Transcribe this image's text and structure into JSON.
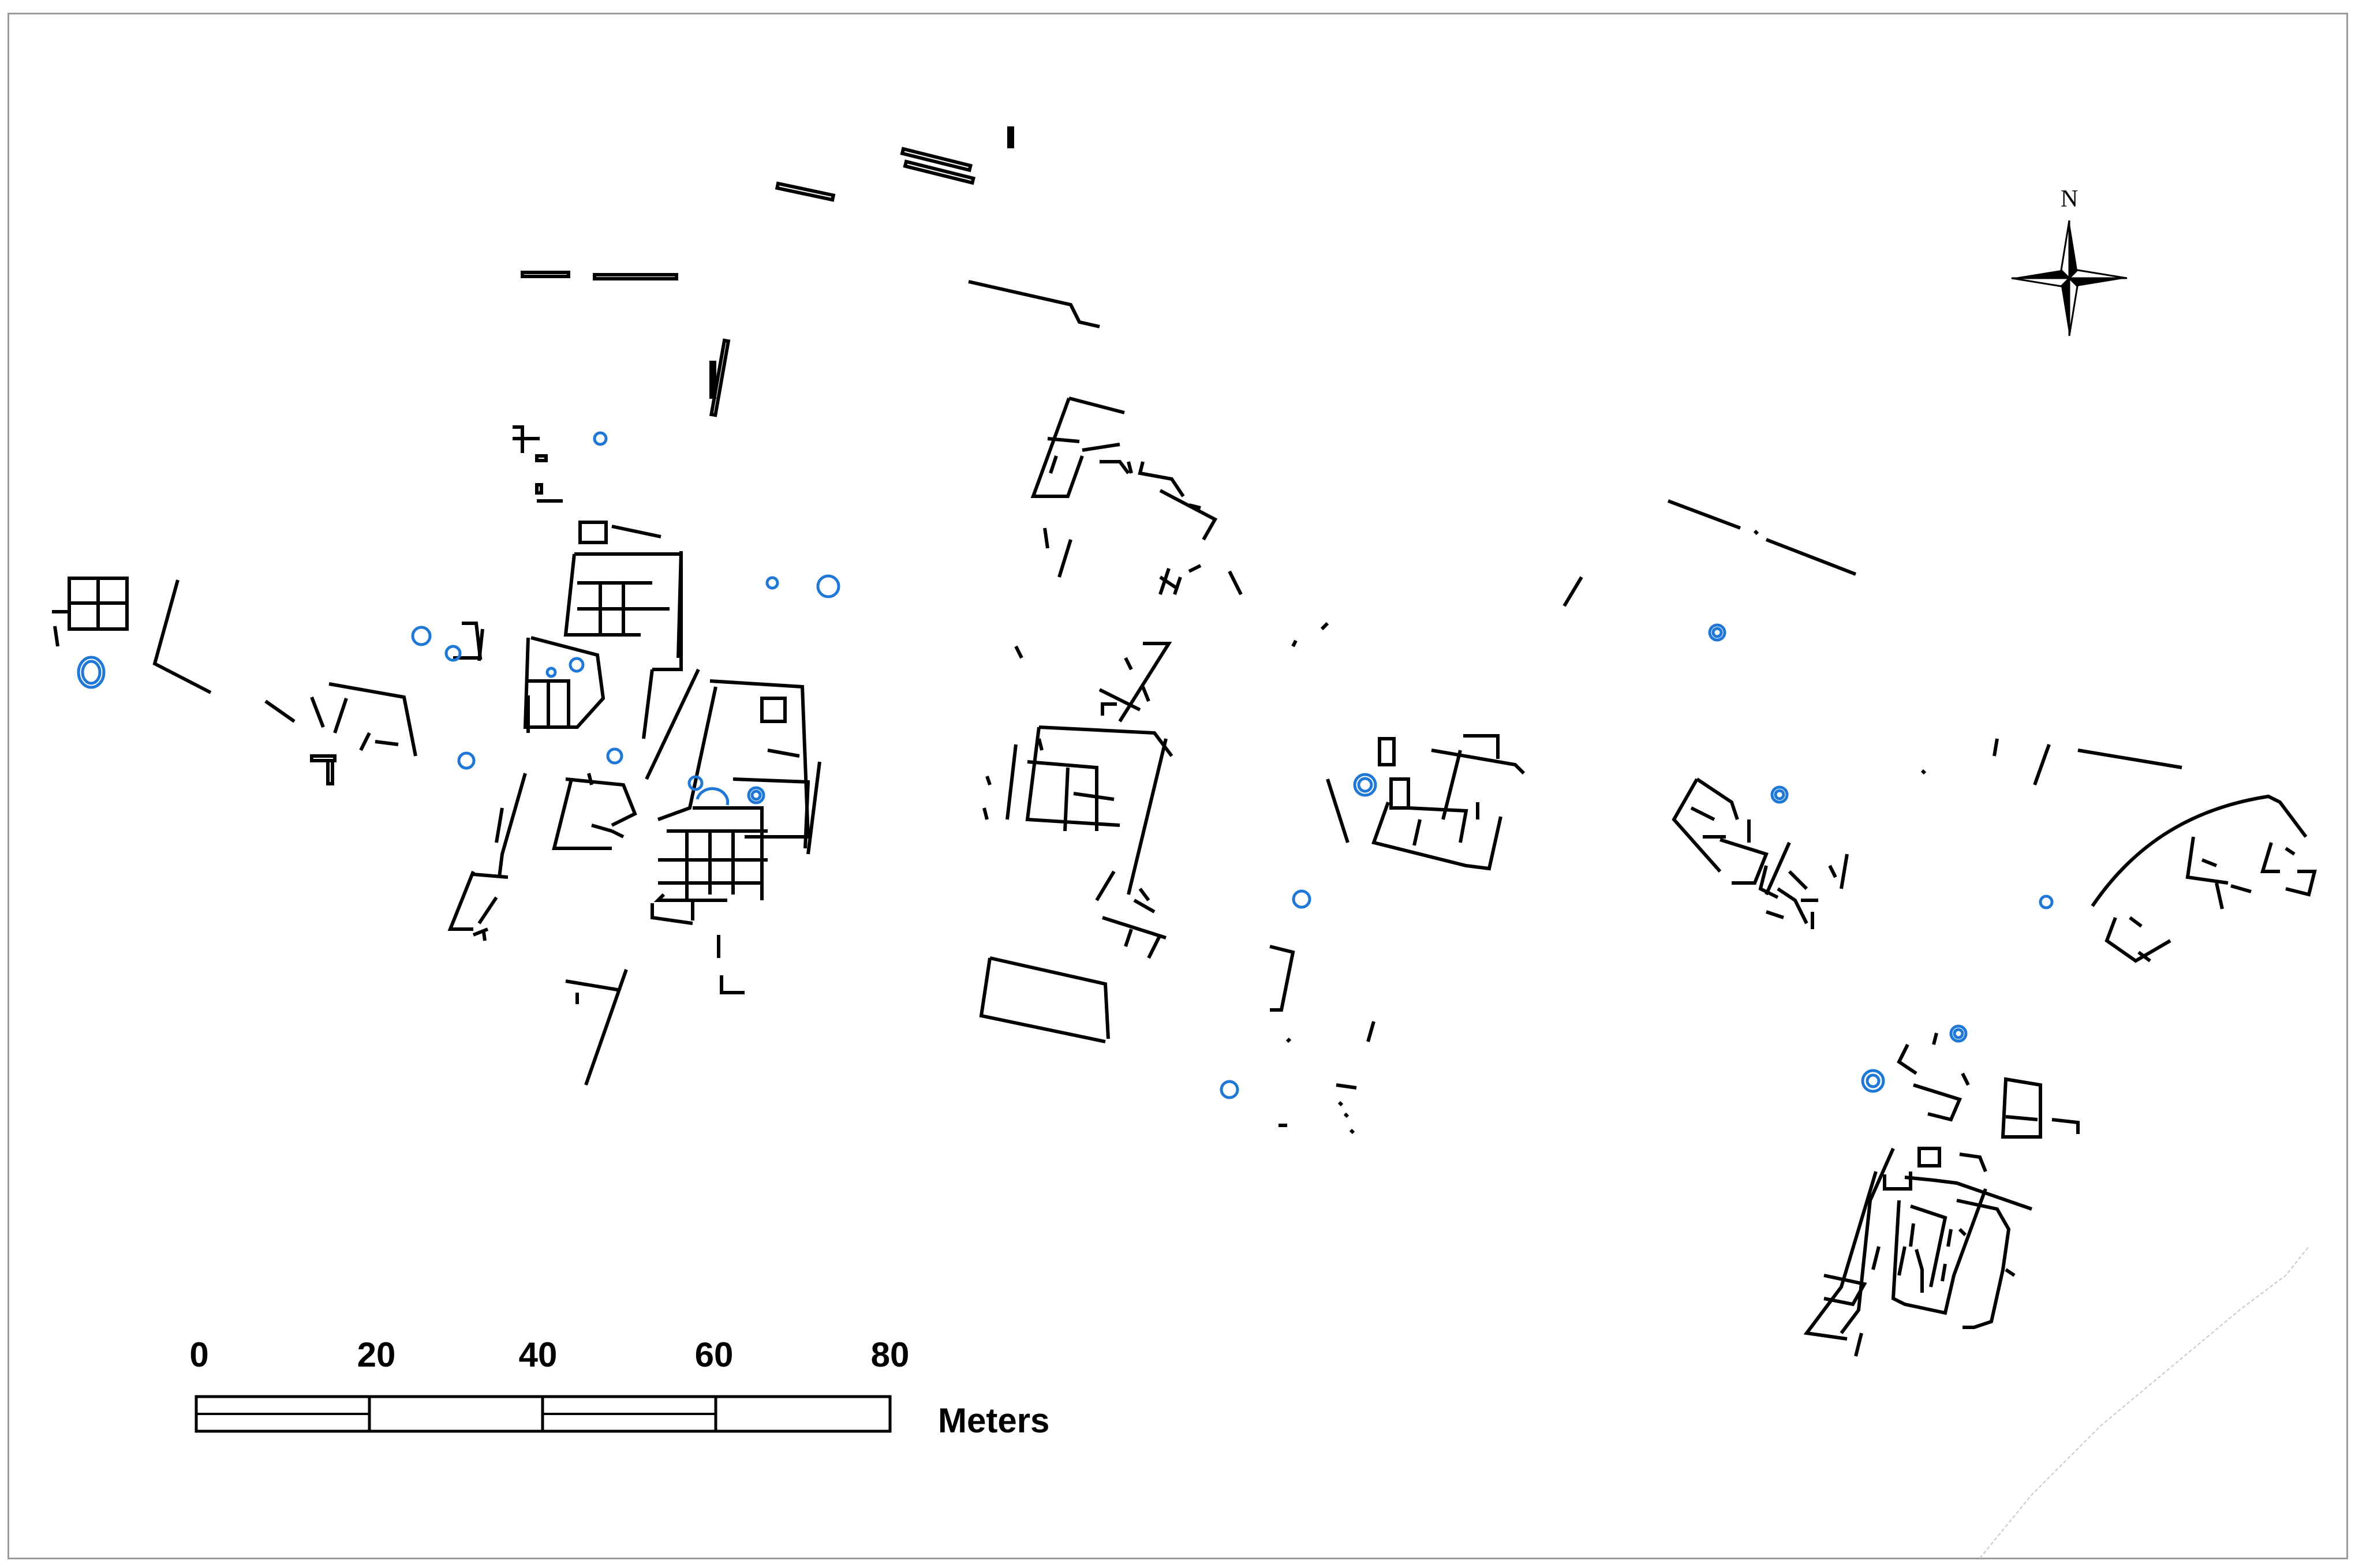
{
  "map": {
    "north_label": "N",
    "scale_bar": {
      "ticks": [
        "0",
        "20",
        "40",
        "60",
        "80"
      ],
      "unit": "Meters"
    },
    "colors": {
      "walls": "#000000",
      "wells": "#1f78d6",
      "frame": "#9a9a9a",
      "coastline": "#c8c8c8"
    },
    "icons": [
      "north-arrow-icon"
    ]
  }
}
